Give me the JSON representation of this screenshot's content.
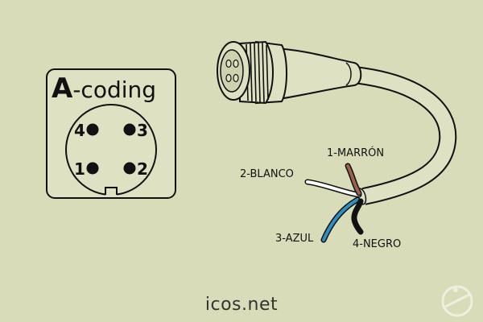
{
  "coding_card": {
    "letter": "A",
    "suffix": "-coding",
    "pins": [
      {
        "id": "pin-4",
        "label": "4"
      },
      {
        "id": "pin-3",
        "label": "3"
      },
      {
        "id": "pin-1",
        "label": "1"
      },
      {
        "id": "pin-2",
        "label": "2"
      }
    ]
  },
  "wires": [
    {
      "id": "wire-1",
      "label": "1-MARRÓN",
      "color": "#a0614a"
    },
    {
      "id": "wire-2",
      "label": "2-BLANCO",
      "color": "#ffffff"
    },
    {
      "id": "wire-3",
      "label": "3-AZUL",
      "color": "#2e8fc4"
    },
    {
      "id": "wire-4",
      "label": "4-NEGRO",
      "color": "#111111"
    }
  ],
  "footer": {
    "site": "icos.net"
  },
  "colors": {
    "background": "#d9dcb8",
    "cable": "#dfe2c2",
    "outline": "#111111"
  }
}
